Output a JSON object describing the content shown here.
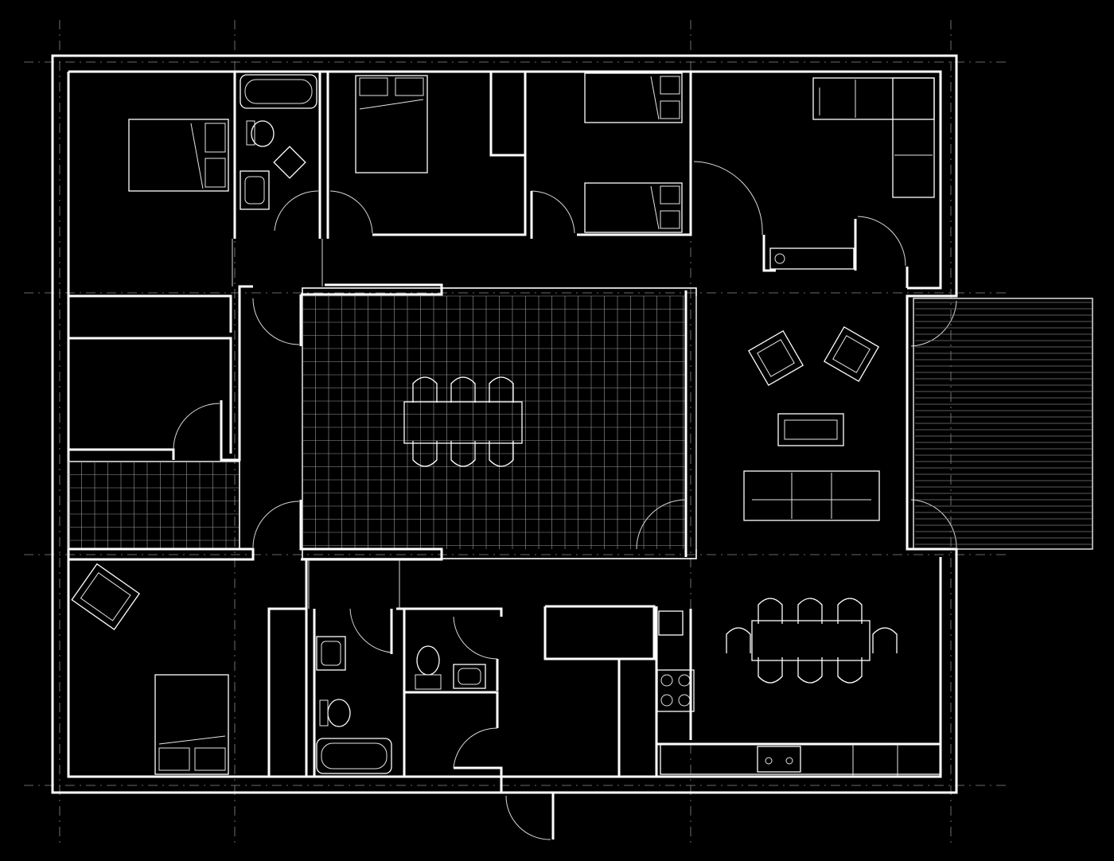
{
  "plan": {
    "background": "#000000",
    "line_color": "#ffffff",
    "rooms": [
      {
        "name": "bedroom-1"
      },
      {
        "name": "bathroom-1"
      },
      {
        "name": "bedroom-2"
      },
      {
        "name": "bedroom-3"
      },
      {
        "name": "living-room"
      },
      {
        "name": "central-courtyard"
      },
      {
        "name": "entry-hall"
      },
      {
        "name": "bedroom-4"
      },
      {
        "name": "bathroom-2"
      },
      {
        "name": "powder-room"
      },
      {
        "name": "kitchen"
      },
      {
        "name": "dining-area"
      },
      {
        "name": "deck"
      }
    ]
  }
}
